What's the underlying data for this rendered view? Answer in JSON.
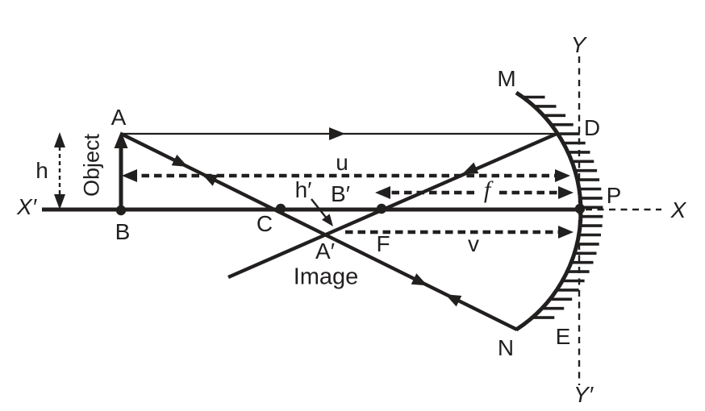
{
  "diagram": {
    "points": {
      "A": "A",
      "B": "B",
      "C": "C",
      "D": "D",
      "E": "E",
      "F": "F",
      "M": "M",
      "N": "N",
      "P": "P",
      "A_prime": "A′",
      "B_prime": "B′"
    },
    "axes": {
      "x_right": "X",
      "x_left": "X′",
      "y_top": "Y",
      "y_bottom": "Y′"
    },
    "measures": {
      "object_height": "h",
      "image_height": "h′",
      "object_distance": "u",
      "focal_length": "f",
      "image_distance": "v"
    },
    "captions": {
      "object": "Object",
      "image": "Image"
    },
    "colors": {
      "ink": "#221f1f",
      "background": "#ffffff"
    }
  }
}
